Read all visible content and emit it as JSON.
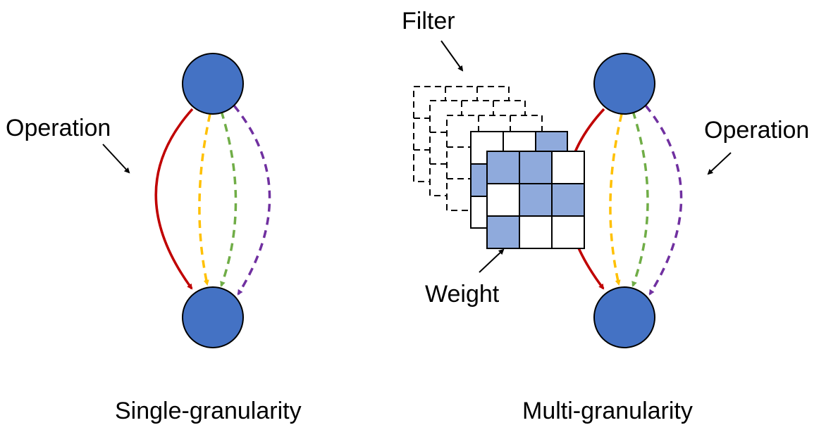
{
  "labels": {
    "left_operation": "Operation",
    "right_operation": "Operation",
    "filter": "Filter",
    "weight": "Weight",
    "left_caption": "Single-granularity",
    "right_caption": "Multi-granularity"
  },
  "colors": {
    "node_fill": "#4472c4",
    "node_stroke": "#000000",
    "edge_red": "#c00000",
    "edge_yellow": "#ffc000",
    "edge_green": "#70ad47",
    "edge_purple": "#7030a0",
    "weight_cell": "#8faadc"
  },
  "weight_grid": [
    [
      1,
      1,
      0
    ],
    [
      0,
      1,
      1
    ],
    [
      1,
      0,
      0
    ]
  ]
}
